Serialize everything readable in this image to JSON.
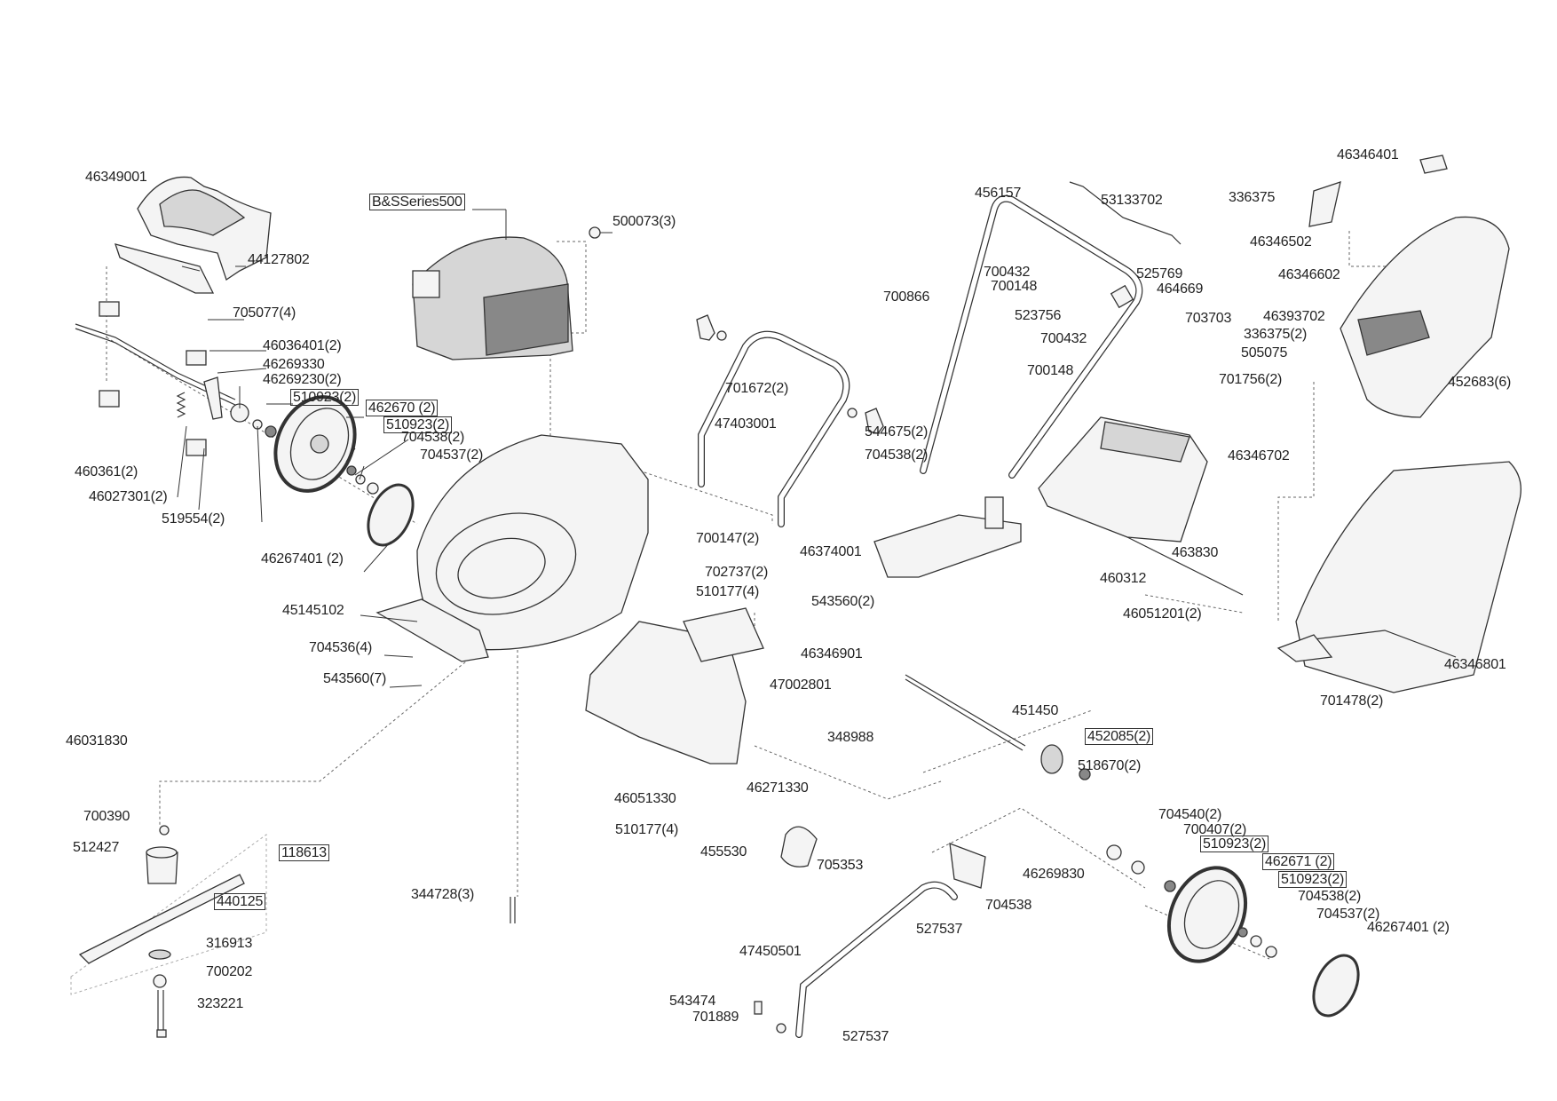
{
  "diagram": {
    "title": "Lawn mower exploded parts diagram",
    "labels": [
      {
        "id": "46349001",
        "text": "46349001",
        "boxed": false
      },
      {
        "id": "44127802",
        "text": "44127802",
        "boxed": false
      },
      {
        "id": "705077",
        "text": "705077(4)",
        "boxed": false
      },
      {
        "id": "46036401",
        "text": "46036401(2)",
        "boxed": false
      },
      {
        "id": "46269330",
        "text": "46269330",
        "boxed": false
      },
      {
        "id": "46269230",
        "text": "46269230(2)",
        "boxed": false
      },
      {
        "id": "510923-a",
        "text": "510923(2)",
        "boxed": true
      },
      {
        "id": "462670",
        "text": "462670 (2)",
        "boxed": true
      },
      {
        "id": "510923-b",
        "text": "510923(2)",
        "boxed": true
      },
      {
        "id": "704538-a",
        "text": "704538(2)",
        "boxed": false
      },
      {
        "id": "704537-a",
        "text": "704537(2)",
        "boxed": false
      },
      {
        "id": "460361",
        "text": "460361(2)",
        "boxed": false
      },
      {
        "id": "46027301",
        "text": "46027301(2)",
        "boxed": false
      },
      {
        "id": "519554",
        "text": "519554(2)",
        "boxed": false
      },
      {
        "id": "46267401-a",
        "text": "46267401 (2)",
        "boxed": false
      },
      {
        "id": "45145102",
        "text": "45145102",
        "boxed": false
      },
      {
        "id": "704536",
        "text": "704536(4)",
        "boxed": false
      },
      {
        "id": "543560-a",
        "text": "543560(7)",
        "boxed": false
      },
      {
        "id": "bs-series",
        "text": "B&SSeries500",
        "boxed": true
      },
      {
        "id": "500073",
        "text": "500073(3)",
        "boxed": false
      },
      {
        "id": "701672",
        "text": "701672(2)",
        "boxed": false
      },
      {
        "id": "47403001",
        "text": "47403001",
        "boxed": false
      },
      {
        "id": "544675",
        "text": "544675(2)",
        "boxed": false
      },
      {
        "id": "704538-b",
        "text": "704538(2)",
        "boxed": false
      },
      {
        "id": "700147",
        "text": "700147(2)",
        "boxed": false
      },
      {
        "id": "702737",
        "text": "702737(2)",
        "boxed": false
      },
      {
        "id": "510177-a",
        "text": "510177(4)",
        "boxed": false
      },
      {
        "id": "543560-b",
        "text": "543560(2)",
        "boxed": false
      },
      {
        "id": "46346901",
        "text": "46346901",
        "boxed": false
      },
      {
        "id": "47002801",
        "text": "47002801",
        "boxed": false
      },
      {
        "id": "46374001",
        "text": "46374001",
        "boxed": false
      },
      {
        "id": "456157",
        "text": "456157",
        "boxed": false
      },
      {
        "id": "53133702",
        "text": "53133702",
        "boxed": false
      },
      {
        "id": "700432-a",
        "text": "700432",
        "boxed": false
      },
      {
        "id": "700148-a",
        "text": "700148",
        "boxed": false
      },
      {
        "id": "525769",
        "text": "525769",
        "boxed": false
      },
      {
        "id": "464669",
        "text": "464669",
        "boxed": false
      },
      {
        "id": "700866",
        "text": "700866",
        "boxed": false
      },
      {
        "id": "523756",
        "text": "523756",
        "boxed": false
      },
      {
        "id": "703703",
        "text": "703703",
        "boxed": false
      },
      {
        "id": "700432-b",
        "text": "700432",
        "boxed": false
      },
      {
        "id": "700148-b",
        "text": "700148",
        "boxed": false
      },
      {
        "id": "46346702",
        "text": "46346702",
        "boxed": false
      },
      {
        "id": "463830",
        "text": "463830",
        "boxed": false
      },
      {
        "id": "460312",
        "text": "460312",
        "boxed": false
      },
      {
        "id": "46051201",
        "text": "46051201(2)",
        "boxed": false
      },
      {
        "id": "46346401",
        "text": "46346401",
        "boxed": false
      },
      {
        "id": "336375-a",
        "text": "336375",
        "boxed": false
      },
      {
        "id": "46346502",
        "text": "46346502",
        "boxed": false
      },
      {
        "id": "46346602",
        "text": "46346602",
        "boxed": false
      },
      {
        "id": "46393702",
        "text": "46393702",
        "boxed": false
      },
      {
        "id": "336375-b",
        "text": "336375(2)",
        "boxed": false
      },
      {
        "id": "505075",
        "text": "505075",
        "boxed": false
      },
      {
        "id": "701756",
        "text": "701756(2)",
        "boxed": false
      },
      {
        "id": "452683",
        "text": "452683(6)",
        "boxed": false
      },
      {
        "id": "46346801",
        "text": "46346801",
        "boxed": false
      },
      {
        "id": "701478",
        "text": "701478(2)",
        "boxed": false
      },
      {
        "id": "451450",
        "text": "451450",
        "boxed": false
      },
      {
        "id": "452085",
        "text": "452085(2)",
        "boxed": true
      },
      {
        "id": "518670",
        "text": "518670(2)",
        "boxed": false
      },
      {
        "id": "46031830",
        "text": "46031830",
        "boxed": false
      },
      {
        "id": "348988",
        "text": "348988",
        "boxed": false
      },
      {
        "id": "46051330",
        "text": "46051330",
        "boxed": false
      },
      {
        "id": "46271330",
        "text": "46271330",
        "boxed": false
      },
      {
        "id": "510177-b",
        "text": "510177(4)",
        "boxed": false
      },
      {
        "id": "455530",
        "text": "455530",
        "boxed": false
      },
      {
        "id": "705353",
        "text": "705353",
        "boxed": false
      },
      {
        "id": "46269830",
        "text": "46269830",
        "boxed": false
      },
      {
        "id": "704538-c",
        "text": "704538",
        "boxed": false
      },
      {
        "id": "527537-a",
        "text": "527537",
        "boxed": false
      },
      {
        "id": "47450501",
        "text": "47450501",
        "boxed": false
      },
      {
        "id": "543474",
        "text": "543474",
        "boxed": false
      },
      {
        "id": "701889",
        "text": "701889",
        "boxed": false
      },
      {
        "id": "527537-b",
        "text": "527537",
        "boxed": false
      },
      {
        "id": "704540",
        "text": "704540(2)",
        "boxed": false
      },
      {
        "id": "700407",
        "text": "700407(2)",
        "boxed": false
      },
      {
        "id": "510923-c",
        "text": "510923(2)",
        "boxed": true
      },
      {
        "id": "462671",
        "text": "462671 (2)",
        "boxed": true
      },
      {
        "id": "510923-d",
        "text": "510923(2)",
        "boxed": true
      },
      {
        "id": "704538-d",
        "text": "704538(2)",
        "boxed": false
      },
      {
        "id": "704537-b",
        "text": "704537(2)",
        "boxed": false
      },
      {
        "id": "46267401-b",
        "text": "46267401 (2)",
        "boxed": false
      },
      {
        "id": "700390",
        "text": "700390",
        "boxed": false
      },
      {
        "id": "512427",
        "text": "512427",
        "boxed": false
      },
      {
        "id": "118613",
        "text": "118613",
        "boxed": true
      },
      {
        "id": "440125",
        "text": "440125",
        "boxed": true
      },
      {
        "id": "316913",
        "text": "316913",
        "boxed": false
      },
      {
        "id": "700202",
        "text": "700202",
        "boxed": false
      },
      {
        "id": "323221",
        "text": "323221",
        "boxed": false
      },
      {
        "id": "344728",
        "text": "344728(3)",
        "boxed": false
      }
    ]
  }
}
